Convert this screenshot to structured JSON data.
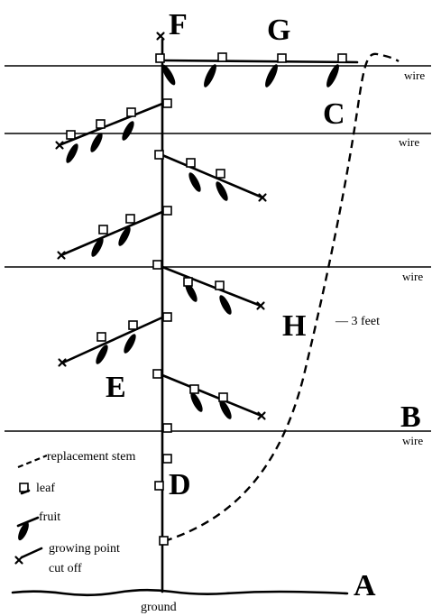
{
  "labels": {
    "A": "A",
    "B": "B",
    "C": "C",
    "D": "D",
    "E": "E",
    "F": "F",
    "G": "G",
    "H": "H"
  },
  "wire_label": "wire",
  "ground_label": "ground",
  "measurement": "— 3 feet",
  "legend": {
    "replacement_stem": "replacement stem",
    "leaf": "leaf",
    "fruit": "fruit",
    "growing_point_line1": "growing point",
    "growing_point_line2": "cut off"
  },
  "icons": {
    "leaf": "leaf-square-icon",
    "fruit": "fruit-icon",
    "cut_point": "x-mark-icon"
  },
  "colors": {
    "ink": "#000000",
    "background": "#ffffff"
  }
}
